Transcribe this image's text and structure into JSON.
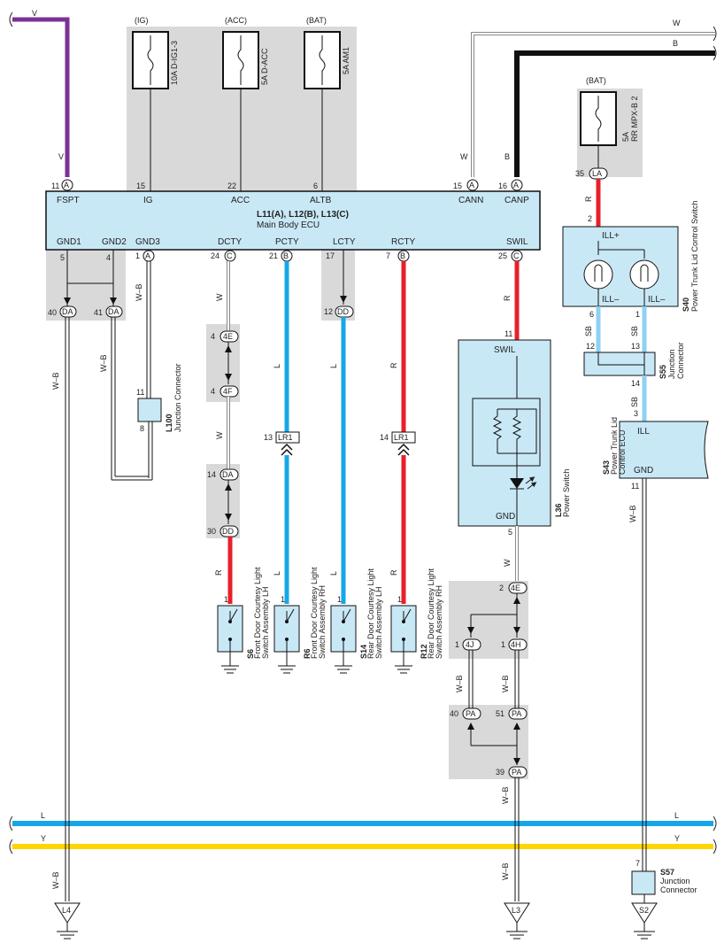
{
  "fuses": [
    {
      "id": "ig",
      "supply": "(IG)",
      "name": "10A D-IG1-3",
      "pin": "15",
      "pin_label": "IG"
    },
    {
      "id": "acc",
      "supply": "(ACC)",
      "name": "5A D-ACC",
      "pin": "22",
      "pin_label": "ACC"
    },
    {
      "id": "bat",
      "supply": "(BAT)",
      "name": "5A AM1",
      "pin": "6",
      "pin_label": "ALTB"
    },
    {
      "id": "rrmpx",
      "supply": "(BAT)",
      "name_line1": "5A",
      "name_line2": "RR MPX-B 2",
      "pin": "35",
      "conn": "LA"
    }
  ],
  "ecu": {
    "title": "L11(A), L12(B), L13(C)",
    "subtitle": "Main Body ECU",
    "top_pins": [
      {
        "id": "fspt",
        "num": "11",
        "conn": "A",
        "label": "FSPT"
      },
      {
        "id": "cann",
        "num": "15",
        "conn": "A",
        "label": "CANN"
      },
      {
        "id": "canp",
        "num": "16",
        "conn": "A",
        "label": "CANP"
      }
    ],
    "bottom_pins": [
      {
        "id": "gnd1",
        "num": "5",
        "conn": "",
        "label": "GND1"
      },
      {
        "id": "gnd2",
        "num": "4",
        "conn": "",
        "label": "GND2"
      },
      {
        "id": "gnd3",
        "num": "1",
        "conn": "A",
        "label": "GND3"
      },
      {
        "id": "dcty",
        "num": "24",
        "conn": "C",
        "label": "DCTY"
      },
      {
        "id": "pcty",
        "num": "21",
        "conn": "B",
        "label": "PCTY"
      },
      {
        "id": "lcty",
        "num": "17",
        "conn": "",
        "label": "LCTY"
      },
      {
        "id": "rcty",
        "num": "7",
        "conn": "B",
        "label": "RCTY"
      },
      {
        "id": "swil",
        "num": "25",
        "conn": "C",
        "label": "SWIL"
      }
    ]
  },
  "wires": {
    "V": "V",
    "W": "W",
    "B": "B",
    "R": "R",
    "L": "L",
    "WB": "W–B",
    "SB": "SB",
    "Y": "Y"
  },
  "connectors": {
    "da40": {
      "num": "40",
      "conn": "DA"
    },
    "da41": {
      "num": "41",
      "conn": "DA"
    },
    "dd12": {
      "num": "12",
      "conn": "DD"
    },
    "e4a": {
      "num": "4",
      "conn": "4E"
    },
    "f4": {
      "num": "4",
      "conn": "4F"
    },
    "da14": {
      "num": "14",
      "conn": "DA"
    },
    "dd30": {
      "num": "30",
      "conn": "DD"
    },
    "lr1a": {
      "num": "13",
      "conn": "LR1"
    },
    "lr1b": {
      "num": "14",
      "conn": "LR1"
    },
    "e2": {
      "num": "2",
      "conn": "4E"
    },
    "j1": {
      "num": "1",
      "conn": "4J"
    },
    "h1": {
      "num": "1",
      "conn": "4H"
    },
    "pa40": {
      "num": "40",
      "conn": "PA"
    },
    "pa51": {
      "num": "51",
      "conn": "PA"
    },
    "pa39": {
      "num": "39",
      "conn": "PA"
    }
  },
  "l100": {
    "code": "L100",
    "name": "Junction Connector",
    "pin_top": "11",
    "pin_bot": "8"
  },
  "switches": [
    {
      "id": "s6",
      "code": "S6",
      "line1": "Front Door Courtesy Light",
      "line2": "Switch Assembly LH",
      "pin": "1"
    },
    {
      "id": "r6",
      "code": "R6",
      "line1": "Front Door Courtesy Light",
      "line2": "Switch Assembly RH",
      "pin": "1"
    },
    {
      "id": "s14",
      "code": "S14",
      "line1": "Rear Door Courtesy Light",
      "line2": "Switch Assembly LH",
      "pin": "1"
    },
    {
      "id": "r12",
      "code": "R12",
      "line1": "Rear Door Courtesy Light",
      "line2": "Switch Assembly RH",
      "pin": "1"
    }
  ],
  "l36": {
    "code": "L36",
    "name": "Power Switch",
    "pin_top": "11",
    "label_top": "SWIL",
    "pin_bot": "5",
    "label_bot": "GND"
  },
  "s40": {
    "code": "S40",
    "name": "Power Trunk Lid Control Switch",
    "pin_top": "2",
    "label_top": "ILL+",
    "pin_l": "6",
    "label_l": "ILL–",
    "pin_r": "1",
    "label_r": "ILL–"
  },
  "s55": {
    "code": "S55",
    "name1": "Junction",
    "name2": "Connector",
    "pin_l": "12",
    "pin_r": "13",
    "pin_b": "14"
  },
  "s43": {
    "code": "S43",
    "name1": "Power Trunk Lid",
    "name2": "Control ECU",
    "pin_top": "3",
    "label_top": "ILL",
    "pin_bot": "11",
    "label_bot": "GND"
  },
  "s57": {
    "code": "S57",
    "name1": "Junction",
    "name2": "Connector",
    "pin": "7"
  },
  "grounds": {
    "l4": "L4",
    "l3": "L3",
    "s2": "S2"
  },
  "colors": {
    "violet": "#7b3294",
    "red": "#e8202a",
    "blue": "#15a7e8",
    "lightblue": "#8fd1f0",
    "yellow": "#ffd500",
    "black": "#111111",
    "ecu": "#c9e8f6",
    "gray": "#d9d9d9"
  }
}
